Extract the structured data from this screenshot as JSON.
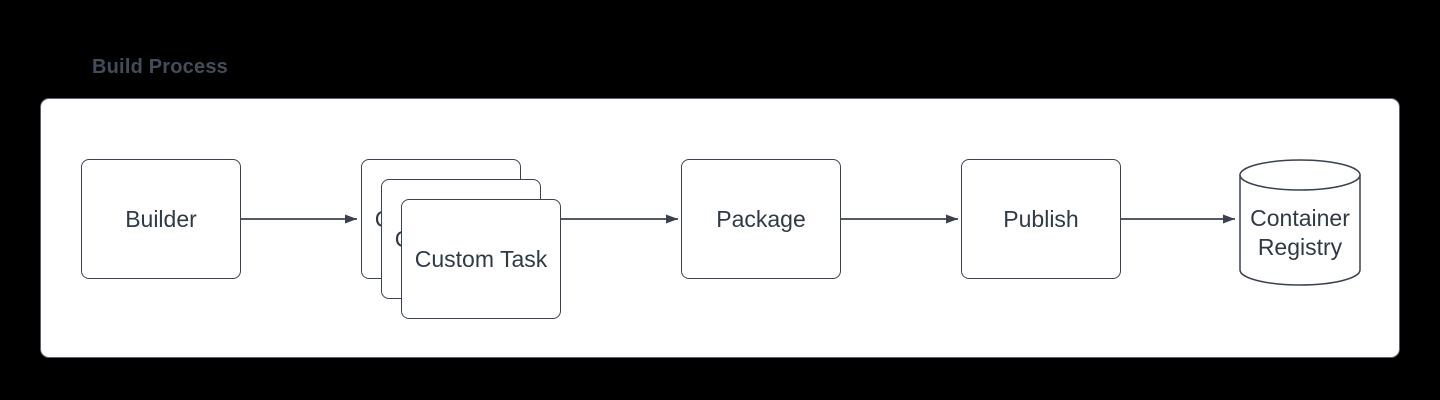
{
  "title": "Build Process",
  "colors": {
    "background": "#000000",
    "board_fill": "#ffffff",
    "board_border": "#5a6470",
    "node_stroke": "#39424e",
    "node_fill": "#ffffff",
    "text": "#2f3a46",
    "title_text": "#424d59",
    "connector": "#39424e"
  },
  "nodes": [
    {
      "id": "builder",
      "label": "Builder",
      "shape": "rectangle"
    },
    {
      "id": "custom-task",
      "label": "Custom Task",
      "shape": "stacked-rectangle",
      "copies": 3
    },
    {
      "id": "package",
      "label": "Package",
      "shape": "rectangle"
    },
    {
      "id": "publish",
      "label": "Publish",
      "shape": "rectangle"
    },
    {
      "id": "container-registry",
      "label": "Container Registry",
      "shape": "cylinder"
    }
  ],
  "edges": [
    {
      "from": "builder",
      "to": "custom-task"
    },
    {
      "from": "custom-task",
      "to": "package"
    },
    {
      "from": "package",
      "to": "publish"
    },
    {
      "from": "publish",
      "to": "container-registry"
    }
  ]
}
